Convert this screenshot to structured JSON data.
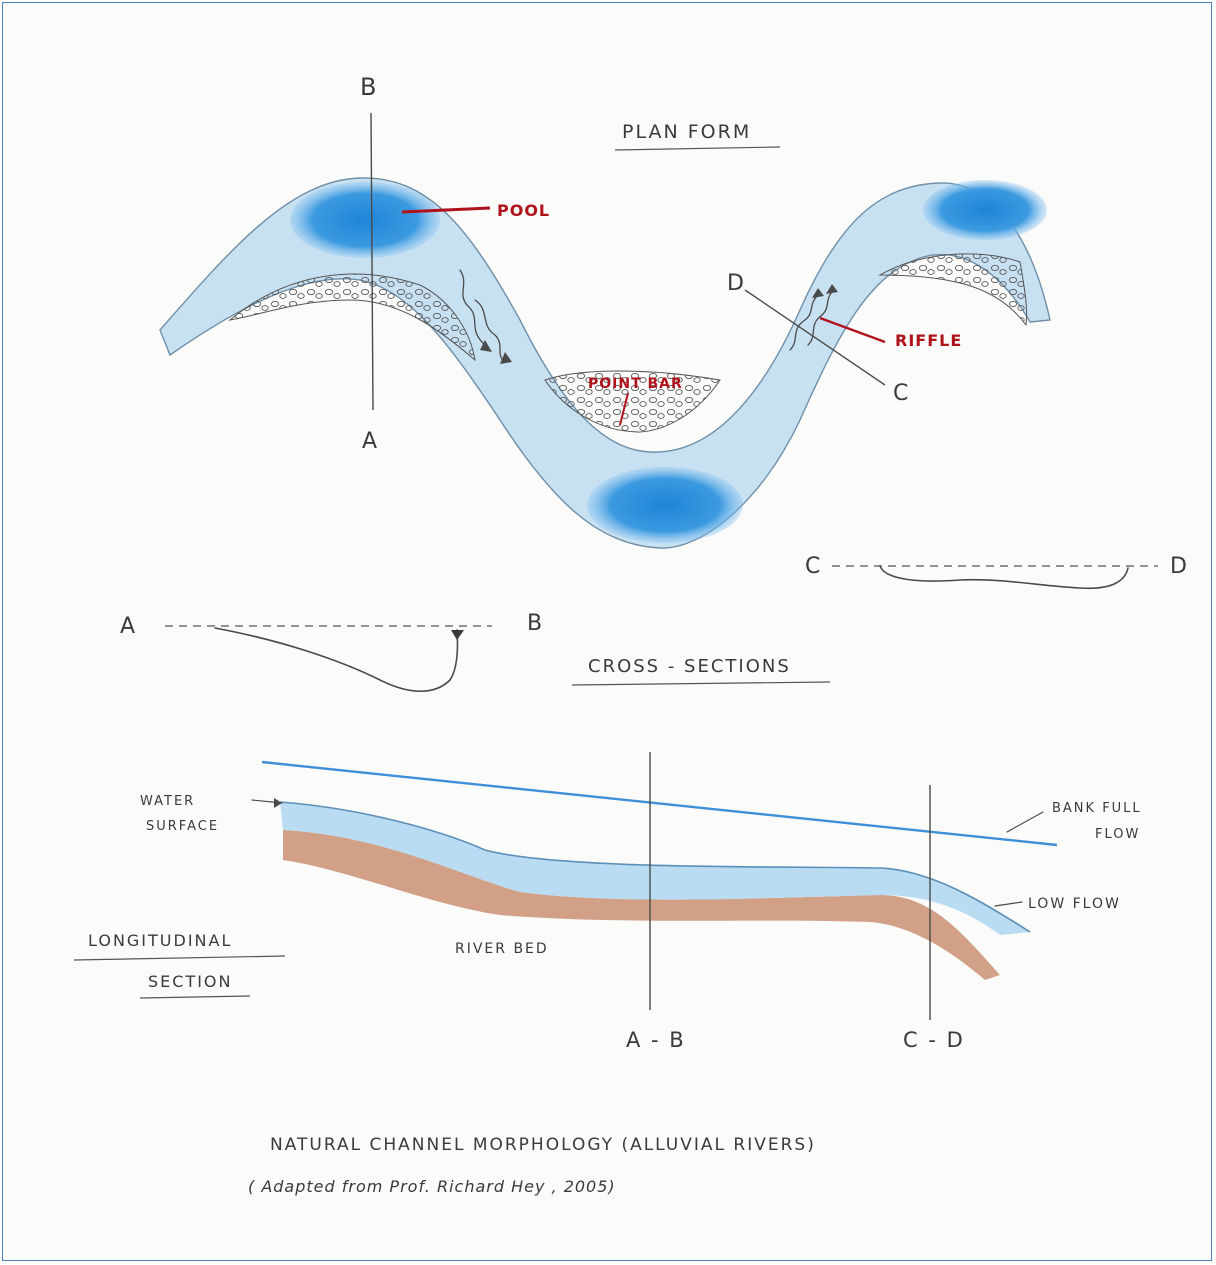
{
  "plan_form": {
    "title": "PLAN FORM",
    "labels": {
      "b": "B",
      "a": "A",
      "d": "D",
      "c": "C",
      "pool": "POOL",
      "point_bar": "POINT BAR",
      "riffle": "RIFFLE"
    }
  },
  "cross_sections": {
    "title": "CROSS - SECTIONS",
    "ab_left": "A",
    "ab_right": "B",
    "cd_left": "C",
    "cd_right": "D"
  },
  "longitudinal_section": {
    "title_line1": "LONGITUDINAL",
    "title_line2": "SECTION",
    "water_surface_line1": "WATER",
    "water_surface_line2": "SURFACE",
    "bank_full_line1": "BANK FULL",
    "bank_full_line2": "FLOW",
    "low_flow": "LOW FLOW",
    "river_bed": "RIVER BED",
    "marker_ab": "A - B",
    "marker_cd": "C - D"
  },
  "caption": {
    "title": "NATURAL CHANNEL MORPHOLOGY (ALLUVIAL RIVERS)",
    "credit": "( Adapted from Prof. Richard Hey , 2005)"
  },
  "colors": {
    "water_light": "#c7e1f3",
    "water_mid": "#9fcbee",
    "pool_blue": "#2a8ddb",
    "bank_full_line": "#3f8fd8",
    "river_bed": "#c98f72",
    "label_red": "#b0121b"
  }
}
